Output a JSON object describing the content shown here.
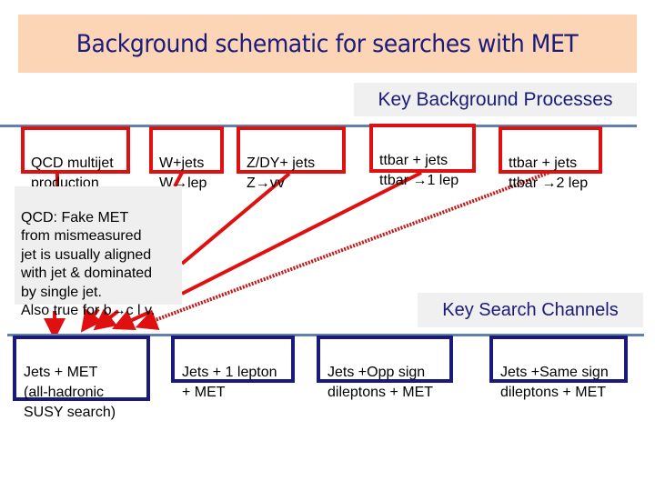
{
  "title": "Background schematic for searches with MET",
  "headers": {
    "background": "Key Background Processes",
    "search": "Key Search Channels"
  },
  "background_processes": [
    {
      "id": "qcd",
      "text": "QCD multijet\nproduction"
    },
    {
      "id": "wjets",
      "text": "W+jets\nW→lep"
    },
    {
      "id": "zjets",
      "text": "Z/DY+ jets\nZ→vv"
    },
    {
      "id": "ttbar1",
      "text": "ttbar + jets\nttbar →1 lep"
    },
    {
      "id": "ttbar2",
      "text": "ttbar + jets\nttbar →2 lep"
    }
  ],
  "note": "QCD: Fake MET\nfrom mismeasured\njet is usually aligned\nwith jet & dominated\nby single jet.\nAlso true for b→c l v.",
  "search_channels": [
    {
      "id": "jets_met",
      "text": "Jets + MET\n(all-hadronic\nSUSY search)"
    },
    {
      "id": "jets_1lep",
      "text": "Jets + 1 lepton\n+ MET"
    },
    {
      "id": "jets_os",
      "text": "Jets +Opp sign\ndileptons + MET"
    },
    {
      "id": "jets_ss",
      "text": "Jets +Same sign\ndileptons + MET"
    }
  ],
  "colors": {
    "title_bg": "#fbd5b5",
    "title_text": "#1b1b7a",
    "background_box_border": "#e01010",
    "search_box_border": "#1a1a7a",
    "divider_line": "#5f80b0",
    "arrow": "#e01010"
  },
  "arrows": [
    {
      "from": "qcd",
      "to": "jets_met",
      "style": "solid"
    },
    {
      "from": "wjets",
      "to": "jets_met",
      "style": "solid"
    },
    {
      "from": "zjets",
      "to": "jets_met",
      "style": "solid"
    },
    {
      "from": "ttbar1",
      "to": "jets_met",
      "style": "solid"
    },
    {
      "from": "ttbar2",
      "to": "jets_met",
      "style": "dotted"
    }
  ]
}
